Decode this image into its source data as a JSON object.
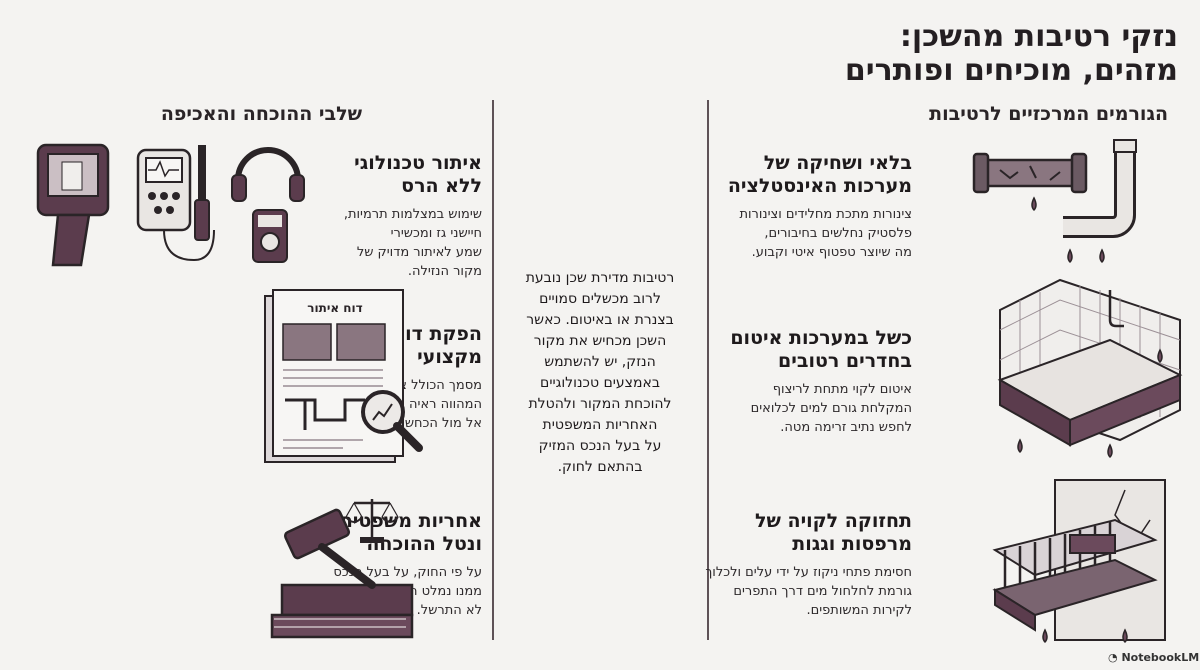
{
  "title_line1": "נזקי רטיבות מהשכן:",
  "title_line2": "מזהים, מוכיחים ופותרים",
  "right_column": {
    "heading": "הגורמים המרכזיים לרטיבות",
    "items": [
      {
        "title_l1": "בלאי ושחיקה של",
        "title_l2": "מערכות האינסטלציה",
        "body_l1": "צינורות מתכת מחלידים וצינורות",
        "body_l2": "פלסטיק נחלשים בחיבורים,",
        "body_l3": "מה שיוצר טפטוף איטי וקבוע."
      },
      {
        "title_l1": "כשל במערכות איטום",
        "title_l2": "בחדרים רטובים",
        "body_l1": "איטום לקוי מתחת לריצוף",
        "body_l2": "המקלחת גורם למים לכלואים",
        "body_l3": "לחפש נתיב זרימה מטה."
      },
      {
        "title_l1": "תחזוקה לקויה של",
        "title_l2": "מרפסות וגגות",
        "body_l1": "חסימת פתחי ניקוז על ידי עלים ולכלוך",
        "body_l2": "גורמת לחלחול מים דרך התפרים",
        "body_l3": "לקירות המשותפים."
      }
    ]
  },
  "center_text": [
    "רטיבות מדירת שכן נובעת",
    "לרוב מכשלים סמויים",
    "בצנרת או באיטום. כאשר",
    "השכן מכחיש את מקור",
    "הנזק, יש להשתמש",
    "באמצעים טכנולוגיים",
    "להוכחת המקור ולהטלת",
    "האחריות המשפטית",
    "על בעל הנכס המזיק",
    "בהתאם לחוק."
  ],
  "left_column": {
    "heading": "שלבי ההוכחה והאכיפה",
    "items": [
      {
        "title_l1": "איתור טכנולוגי",
        "title_l2": "ללא הרס",
        "body_l1": "שימוש במצלמות תרמיות,",
        "body_l2": "חיישני גז ומכשירי",
        "body_l3": "שמע לאיתור מדויק של",
        "body_l4": "מקור הנזילה."
      },
      {
        "title_l1": "הפקת דוח איתור",
        "title_l2": "מקצועי",
        "body_l1": "מסמך הכולל צילומים ותרשימים",
        "body_l2": "המהווה ראיה משפטית חזקה",
        "body_l3": "אל מול הכחשות השכן."
      },
      {
        "title_l1": "אחריות משפטית",
        "title_l2": "ונטל ההוכחה",
        "body_l1": "על פי החוק, על בעל הנכס",
        "body_l2": "ממנו נמלט המים להוכיח כי",
        "body_l3": "לא התרשל."
      }
    ],
    "report_label": "דוח איתור"
  },
  "brand": "NotebookLM",
  "colors": {
    "accent": "#6b4a5c",
    "dark": "#2a2427",
    "paper": "#f4f3f1"
  }
}
